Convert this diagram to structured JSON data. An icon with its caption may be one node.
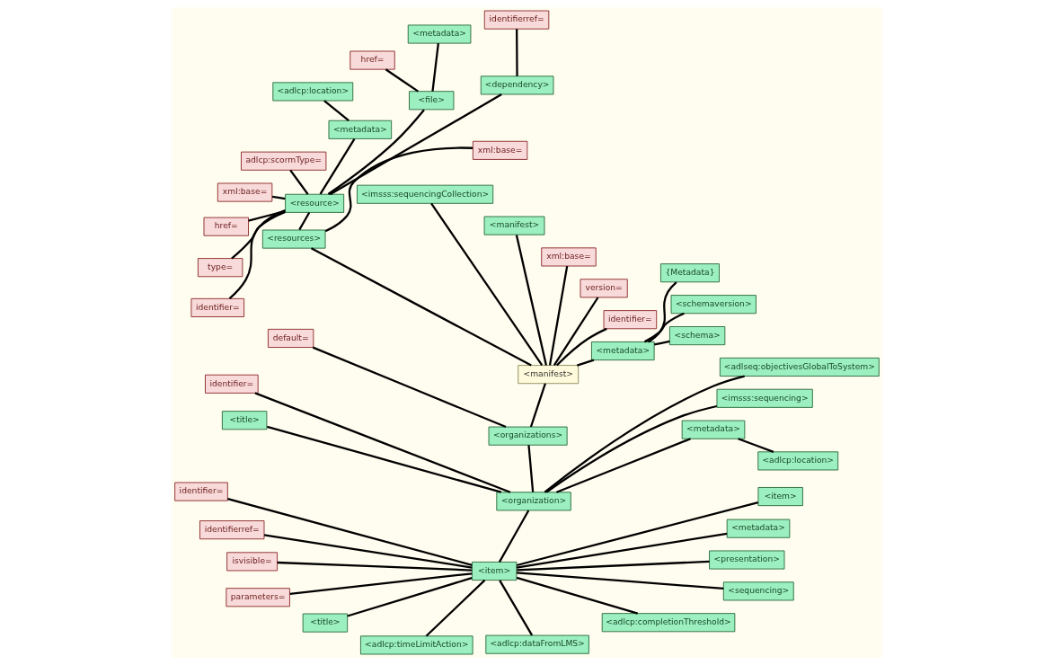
{
  "diagram": {
    "nodes": [
      {
        "text": [
          "<manifest>"
        ]
      },
      {
        "text": [
          "<metadata>"
        ]
      },
      {
        "text": [
          "<schema>"
        ]
      },
      {
        "text": [
          "<schemaversion>"
        ]
      },
      {
        "text": [
          "{Metadata}"
        ]
      },
      {
        "text": [
          "identifier="
        ]
      },
      {
        "text": [
          "version="
        ]
      },
      {
        "text": [
          "xml:base="
        ]
      },
      {
        "text": [
          "<manifest>"
        ]
      },
      {
        "text": [
          "<imsss:sequencingCollection>"
        ]
      },
      {
        "text": [
          "xml:base="
        ]
      },
      {
        "text": [
          "<resources>"
        ]
      },
      {
        "text": [
          "<resource>"
        ]
      },
      {
        "text": [
          "<dependency>"
        ]
      },
      {
        "text": [
          "identifierref="
        ]
      },
      {
        "text": [
          "<file>"
        ]
      },
      {
        "text": [
          "<metadata>"
        ]
      },
      {
        "text": [
          "href="
        ]
      },
      {
        "text": [
          "<metadata>"
        ]
      },
      {
        "text": [
          "<adlcp:location>"
        ]
      },
      {
        "text": [
          "adlcp:scormType="
        ]
      },
      {
        "text": [
          "xml:base="
        ]
      },
      {
        "text": [
          "href="
        ]
      },
      {
        "text": [
          "type="
        ]
      },
      {
        "text": [
          "identifier="
        ]
      },
      {
        "text": [
          "<organizations>"
        ]
      },
      {
        "text": [
          "default="
        ]
      },
      {
        "text": [
          "<organization>"
        ]
      },
      {
        "text": [
          "identifier="
        ]
      },
      {
        "text": [
          "<title>"
        ]
      },
      {
        "text": [
          "<item>"
        ]
      },
      {
        "text": [
          "identifier="
        ]
      },
      {
        "text": [
          "identifierref="
        ]
      },
      {
        "text": [
          "isvisible="
        ]
      },
      {
        "text": [
          "parameters="
        ]
      },
      {
        "text": [
          "<title>"
        ]
      },
      {
        "text": [
          "<adlcp:timeLimitAction>"
        ]
      },
      {
        "text": [
          "<adlcp:dataFromLMS>"
        ]
      },
      {
        "text": [
          "<adlcp:completionThreshold>"
        ]
      },
      {
        "text": [
          "<sequencing>"
        ]
      },
      {
        "text": [
          "<presentation>"
        ]
      },
      {
        "text": [
          "<metadata>"
        ]
      },
      {
        "text": [
          "<item>"
        ]
      },
      {
        "text": [
          "<metadata>"
        ]
      },
      {
        "text": [
          "<adlcp:location>"
        ]
      },
      {
        "text": [
          "<imsss:sequencing>"
        ]
      },
      {
        "text": [
          "<adlseq:objectivesGlobalToSystem>"
        ]
      }
    ],
    "edges": [
      {
        "from": 0,
        "to": 1,
        "arrow": "none"
      },
      {
        "from": 1,
        "to": 2,
        "arrow": "none"
      },
      {
        "from": 1,
        "to": 3,
        "arrow": "none"
      },
      {
        "from": 1,
        "to": 4,
        "arrow": "none"
      },
      {
        "from": 0,
        "to": 5,
        "arrow": "none"
      },
      {
        "from": 0,
        "to": 6,
        "arrow": "none"
      },
      {
        "from": 0,
        "to": 7,
        "arrow": "none"
      },
      {
        "from": 0,
        "to": 8,
        "arrow": "none"
      },
      {
        "from": 0,
        "to": 9,
        "arrow": "none"
      },
      {
        "from": 0,
        "to": 11,
        "arrow": "none"
      },
      {
        "from": 11,
        "to": 10,
        "arrow": "none"
      },
      {
        "from": 11,
        "to": 12,
        "arrow": "none"
      },
      {
        "from": 12,
        "to": 13,
        "arrow": "none"
      },
      {
        "from": 13,
        "to": 14,
        "arrow": "none"
      },
      {
        "from": 12,
        "to": 15,
        "arrow": "none"
      },
      {
        "from": 15,
        "to": 16,
        "arrow": "none"
      },
      {
        "from": 15,
        "to": 17,
        "arrow": "none"
      },
      {
        "from": 12,
        "to": 18,
        "arrow": "none"
      },
      {
        "from": 18,
        "to": 19,
        "arrow": "none"
      },
      {
        "from": 12,
        "to": 20,
        "arrow": "none"
      },
      {
        "from": 12,
        "to": 21,
        "arrow": "none"
      },
      {
        "from": 12,
        "to": 22,
        "arrow": "none"
      },
      {
        "from": 12,
        "to": 23,
        "arrow": "none"
      },
      {
        "from": 12,
        "to": 24,
        "arrow": "none"
      },
      {
        "from": 0,
        "to": 25,
        "arrow": "none"
      },
      {
        "from": 25,
        "to": 26,
        "arrow": "none"
      },
      {
        "from": 25,
        "to": 27,
        "arrow": "none"
      },
      {
        "from": 27,
        "to": 28,
        "arrow": "none"
      },
      {
        "from": 27,
        "to": 29,
        "arrow": "none"
      },
      {
        "from": 27,
        "to": 30,
        "arrow": "none"
      },
      {
        "from": 30,
        "to": 31,
        "arrow": "none"
      },
      {
        "from": 30,
        "to": 32,
        "arrow": "none"
      },
      {
        "from": 30,
        "to": 33,
        "arrow": "none"
      },
      {
        "from": 30,
        "to": 34,
        "arrow": "none"
      },
      {
        "from": 30,
        "to": 35,
        "arrow": "none"
      },
      {
        "from": 30,
        "to": 36,
        "arrow": "none"
      },
      {
        "from": 30,
        "to": 37,
        "arrow": "none"
      },
      {
        "from": 30,
        "to": 38,
        "arrow": "none"
      },
      {
        "from": 30,
        "to": 39,
        "arrow": "none"
      },
      {
        "from": 30,
        "to": 40,
        "arrow": "none"
      },
      {
        "from": 30,
        "to": 41,
        "arrow": "none"
      },
      {
        "from": 30,
        "to": 42,
        "arrow": "none"
      },
      {
        "from": 27,
        "to": 43,
        "arrow": "none"
      },
      {
        "from": 43,
        "to": 44,
        "arrow": "none"
      },
      {
        "from": 27,
        "to": 45,
        "arrow": "none"
      },
      {
        "from": 27,
        "to": 46,
        "arrow": "none"
      }
    ]
  }
}
